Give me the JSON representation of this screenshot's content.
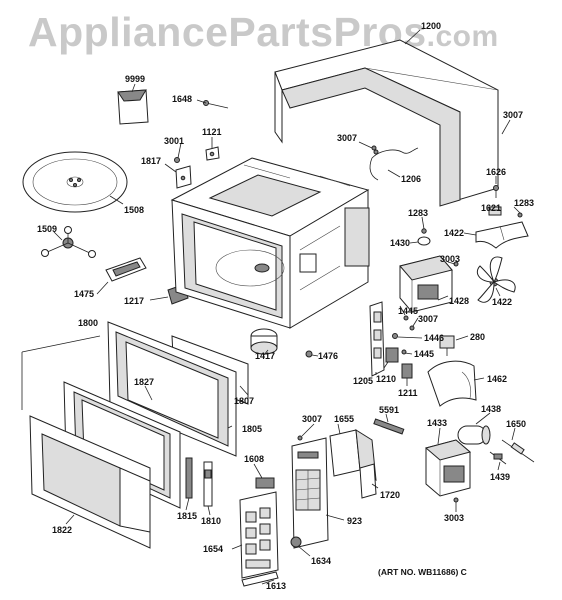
{
  "watermark": {
    "main": "AppliancePartsPros",
    "suffix": ".com"
  },
  "art_no": "(ART NO. WB11686) C",
  "labels": {
    "p1200": "1200",
    "p9999": "9999",
    "p1648": "1648",
    "p3007a": "3007",
    "p3001": "3001",
    "p1121": "1121",
    "p3007b": "3007",
    "p1817": "1817",
    "p1206": "1206",
    "p1626": "1626",
    "p1508": "1508",
    "p1283a": "1283",
    "p1621": "1621",
    "p1283b": "1283",
    "p1509": "1509",
    "p1422a": "1422",
    "p1430": "1430",
    "p3003a": "3003",
    "p1475": "1475",
    "p1428": "1428",
    "p1422b": "1422",
    "p1445a": "1445",
    "p3007c": "3007",
    "p1217": "1217",
    "p1800": "1800",
    "p1446": "1446",
    "p280": "280",
    "p1417": "1417",
    "p1476": "1476",
    "p1445b": "1445",
    "p1827": "1827",
    "p1205": "1205",
    "p1210": "1210",
    "p1462": "1462",
    "p1211": "1211",
    "p1807": "1807",
    "p3007d": "3007",
    "p1655": "1655",
    "p5591": "5591",
    "p1433": "1433",
    "p1438": "1438",
    "p1650": "1650",
    "p1805": "1805",
    "p1608": "1608",
    "p1439": "1439",
    "p1720": "1720",
    "p1815": "1815",
    "p1810": "1810",
    "p923": "923",
    "p3003b": "3003",
    "p1822": "1822",
    "p1654": "1654",
    "p1634": "1634",
    "p1613": "1613"
  }
}
